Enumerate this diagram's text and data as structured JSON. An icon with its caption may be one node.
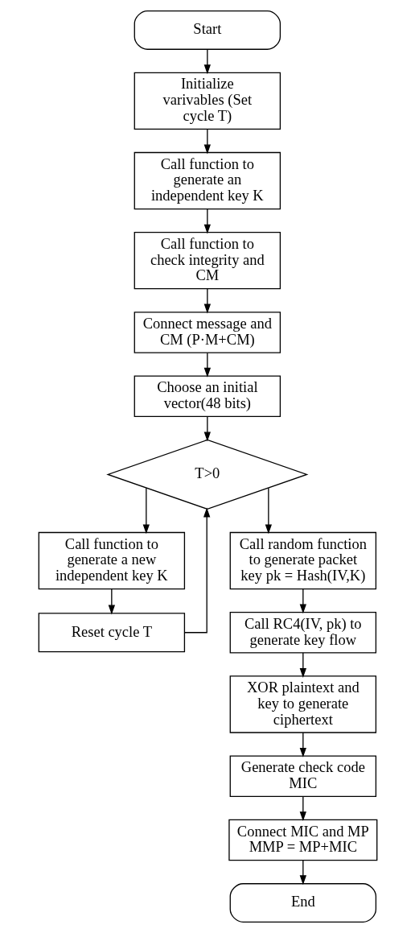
{
  "diagram": {
    "nodes": [
      {
        "text": [
          "Start"
        ]
      },
      {
        "text": [
          "Initialize varivables (Set cycle T)"
        ]
      },
      {
        "text": [
          "Call function to generate an independent key K"
        ]
      },
      {
        "text": [
          "Call function to check integrity and CM"
        ]
      },
      {
        "text": [
          "Connect message and CM (P·M+CM)"
        ]
      },
      {
        "text": [
          "Choose an initial vector(48 bits)"
        ]
      },
      {
        "text": [
          "T>0"
        ]
      },
      {
        "text": [
          "Call function to generate a new independent key K"
        ]
      },
      {
        "text": [
          "Reset cycle T"
        ]
      },
      {
        "text": [
          "Call random function to generate packet key pk = Hash(IV,K)"
        ]
      },
      {
        "text": [
          "Call RC4(IV, pk) to generate key flow"
        ]
      },
      {
        "text": [
          "XOR plaintext and key to generate ciphertext"
        ]
      },
      {
        "text": [
          "Generate check code MIC"
        ]
      },
      {
        "text": [
          "Connect MIC and MP",
          "MMP = MP+MIC"
        ]
      },
      {
        "text": [
          "End"
        ]
      }
    ],
    "edges": [
      {
        "from": 0,
        "to": 1,
        "arrow": "to"
      },
      {
        "from": 1,
        "to": 2,
        "arrow": "to"
      },
      {
        "from": 2,
        "to": 3,
        "arrow": "to"
      },
      {
        "from": 3,
        "to": 4,
        "arrow": "to"
      },
      {
        "from": 4,
        "to": 5,
        "arrow": "to"
      },
      {
        "from": 5,
        "to": 6,
        "arrow": "to"
      },
      {
        "from": 6,
        "to": 7,
        "arrow": "to"
      },
      {
        "from": 6,
        "to": 9,
        "arrow": "to"
      },
      {
        "from": 7,
        "to": 8,
        "arrow": "to"
      },
      {
        "from": 8,
        "to": 6,
        "arrow": "to"
      },
      {
        "from": 9,
        "to": 10,
        "arrow": "to"
      },
      {
        "from": 10,
        "to": 11,
        "arrow": "to"
      },
      {
        "from": 11,
        "to": 12,
        "arrow": "to"
      },
      {
        "from": 12,
        "to": 13,
        "arrow": "to"
      },
      {
        "from": 13,
        "to": 14,
        "arrow": "to"
      }
    ]
  }
}
